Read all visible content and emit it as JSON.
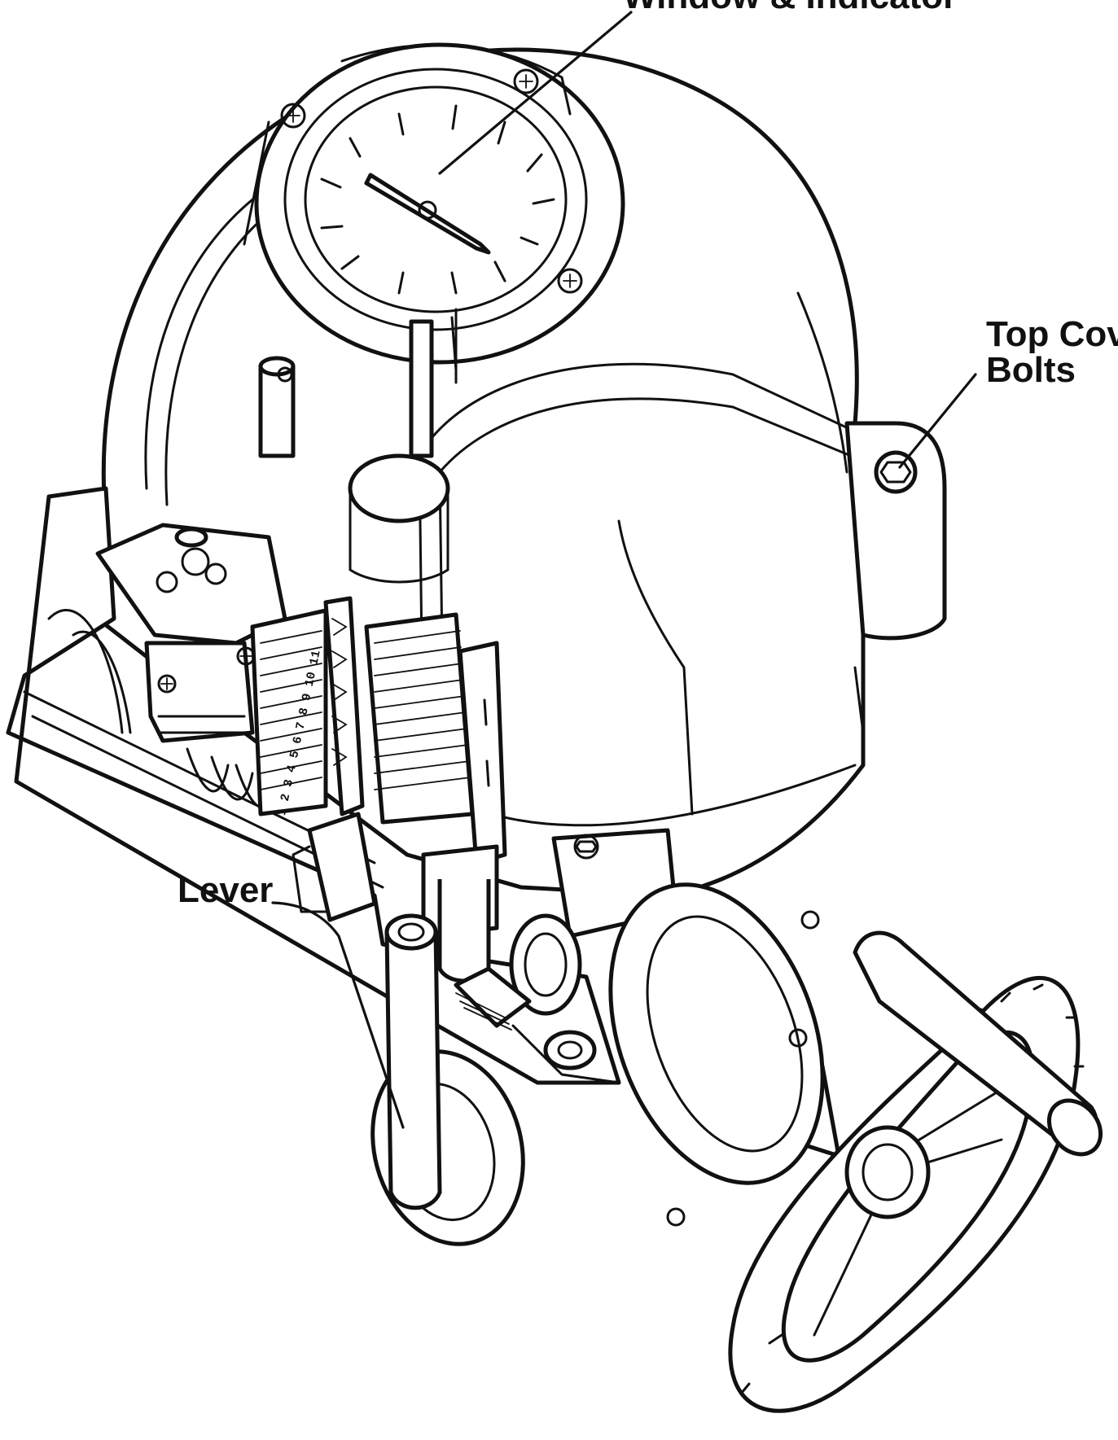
{
  "callouts": {
    "window_indicator": "Window & Indicator",
    "top_cover_line1": "Top Cove",
    "top_cover_line2": "Bolts",
    "lever": "Lever"
  },
  "terminal_numbers": "1 2 3 4 5 6 7 8 9 10 11",
  "icons": [
    "actuator-illustration",
    "leader-line"
  ],
  "colors": {
    "ink": "#111111",
    "paper": "#ffffff"
  }
}
